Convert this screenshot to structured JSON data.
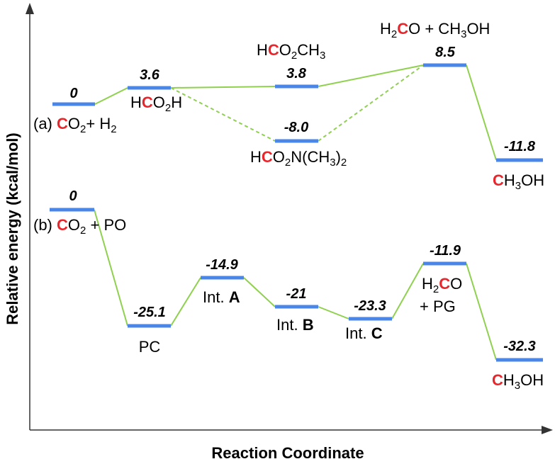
{
  "axes": {
    "y_title": "Relative energy (kcal/mol)",
    "x_title": "Reaction Coordinate"
  },
  "colors": {
    "level": "#4a86e8",
    "connector": "#8fd14f",
    "highlight_carbon": "#e8262b"
  },
  "pathway_a": {
    "label": "(a)",
    "values": {
      "co2_h2": "0",
      "hco2h": "3.6",
      "hco2ch3": "3.8",
      "hco2n": "-8.0",
      "h2co_ch3oh": "8.5",
      "ch3oh": "-11.8"
    }
  },
  "pathway_b": {
    "label": "(b)",
    "values": {
      "co2_po": "0",
      "pc": "-25.1",
      "int_a": "-14.9",
      "int_b": "-21",
      "int_c": "-23.3",
      "h2co_pg": "-11.9",
      "ch3oh": "-32.3"
    },
    "names": {
      "pc": "PC",
      "int": "Int.",
      "a": "A",
      "b": "B",
      "c": "C",
      "pg": "+ PG"
    }
  },
  "species": {
    "c": "C",
    "o2": "O",
    "sub2": "2",
    "sub3": "3",
    "plus_h2": "+ H",
    "plus_po": " + PO",
    "h": "H",
    "ch3": "CH",
    "oh": "OH",
    "n_ch3": "N(CH",
    "close_paren": ")",
    "plus_ch3oh": "O + CH"
  }
}
